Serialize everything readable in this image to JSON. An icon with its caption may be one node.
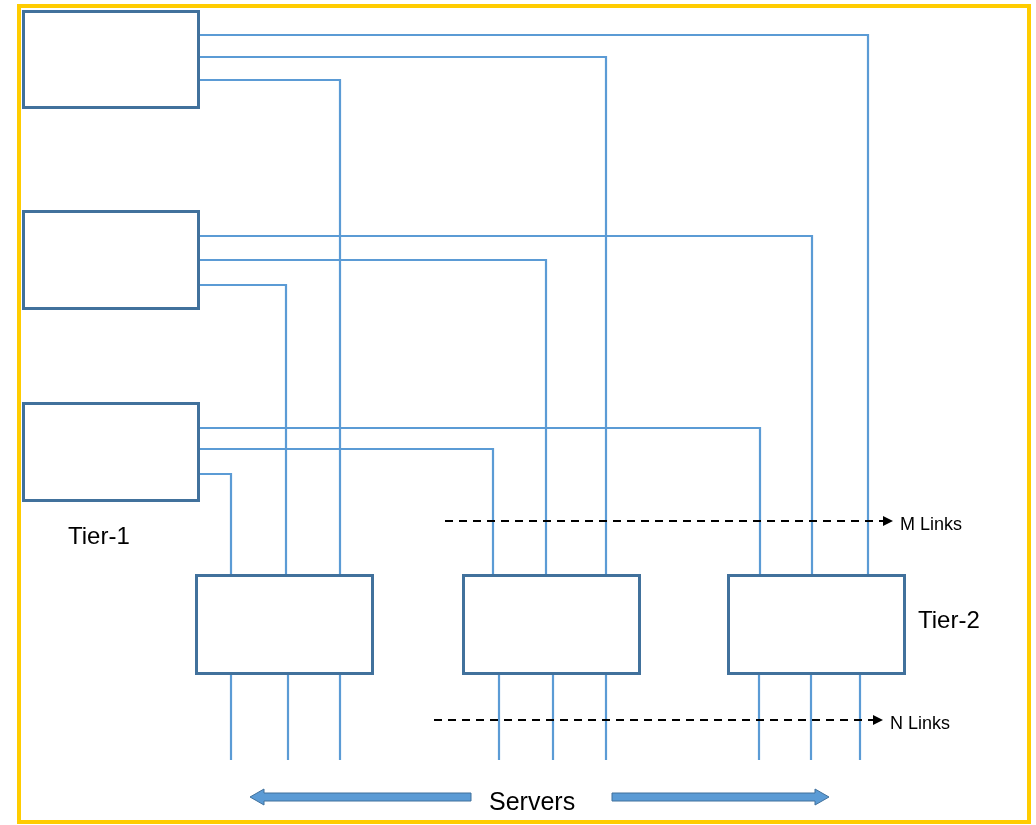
{
  "diagram": {
    "nodes": [
      {
        "text": [],
        "shape": "box"
      },
      {
        "text": [],
        "shape": "box"
      },
      {
        "text": [],
        "shape": "box",
        "beside": [
          "Tier-1"
        ]
      },
      {
        "text": [],
        "shape": "box"
      },
      {
        "text": [],
        "shape": "box"
      },
      {
        "text": [],
        "shape": "box",
        "beside": [
          "Tier-2"
        ]
      }
    ],
    "edges": [
      {
        "from": 0,
        "to": 5,
        "arrow": "none"
      },
      {
        "from": 0,
        "to": 4,
        "arrow": "none"
      },
      {
        "from": 0,
        "to": 3,
        "arrow": "none"
      },
      {
        "from": 1,
        "to": 5,
        "arrow": "none"
      },
      {
        "from": 1,
        "to": 4,
        "arrow": "none"
      },
      {
        "from": 1,
        "to": 3,
        "arrow": "none"
      },
      {
        "from": 2,
        "to": 5,
        "arrow": "none"
      },
      {
        "from": 2,
        "to": 4,
        "arrow": "none"
      },
      {
        "from": 2,
        "to": 3,
        "arrow": "none"
      },
      {
        "from": 3,
        "to": null,
        "arrow": "none"
      },
      {
        "from": 3,
        "to": null,
        "arrow": "none"
      },
      {
        "from": 3,
        "to": null,
        "arrow": "none"
      },
      {
        "from": 4,
        "to": null,
        "arrow": "none"
      },
      {
        "from": 4,
        "to": null,
        "arrow": "none"
      },
      {
        "from": 4,
        "to": null,
        "arrow": "none"
      },
      {
        "from": 5,
        "to": null,
        "arrow": "none"
      },
      {
        "from": 5,
        "to": null,
        "arrow": "none"
      },
      {
        "from": 5,
        "to": null,
        "arrow": "none"
      }
    ],
    "labels": [
      "M Links",
      "N Links",
      "Servers"
    ]
  }
}
